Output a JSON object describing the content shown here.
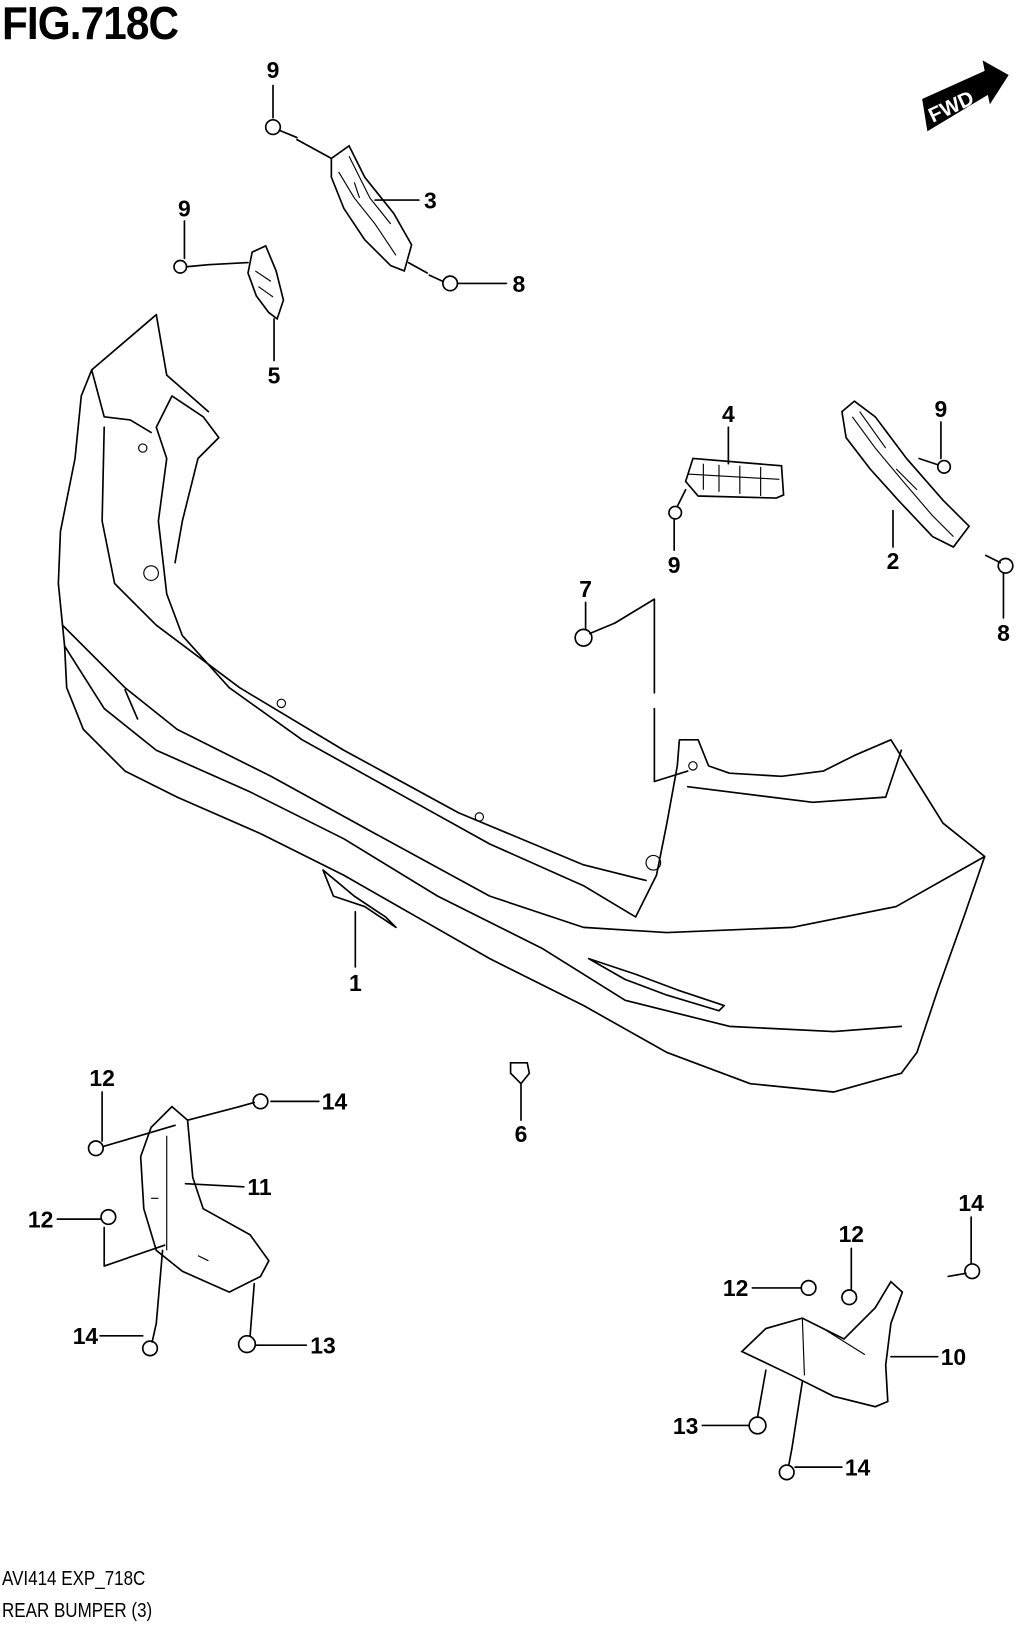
{
  "figure": {
    "title": "FIG.718C",
    "code": "AVI414 EXP_718C",
    "caption": "REAR BUMPER (3)",
    "direction_badge": "FWD"
  },
  "callouts": [
    {
      "id": "c9a",
      "label": "9"
    },
    {
      "id": "c3",
      "label": "3"
    },
    {
      "id": "c9b",
      "label": "9"
    },
    {
      "id": "c8a",
      "label": "8"
    },
    {
      "id": "c5",
      "label": "5"
    },
    {
      "id": "c4",
      "label": "4"
    },
    {
      "id": "c9c",
      "label": "9"
    },
    {
      "id": "c9d",
      "label": "9"
    },
    {
      "id": "c2",
      "label": "2"
    },
    {
      "id": "c7",
      "label": "7"
    },
    {
      "id": "c8b",
      "label": "8"
    },
    {
      "id": "c1",
      "label": "1"
    },
    {
      "id": "c12a",
      "label": "12"
    },
    {
      "id": "c14a",
      "label": "14"
    },
    {
      "id": "c6",
      "label": "6"
    },
    {
      "id": "c11",
      "label": "11"
    },
    {
      "id": "c12b",
      "label": "12"
    },
    {
      "id": "c14b",
      "label": "14"
    },
    {
      "id": "c12c",
      "label": "12"
    },
    {
      "id": "c12d",
      "label": "12"
    },
    {
      "id": "c14c",
      "label": "14"
    },
    {
      "id": "c13a",
      "label": "13"
    },
    {
      "id": "c10",
      "label": "10"
    },
    {
      "id": "c13b",
      "label": "13"
    },
    {
      "id": "c14d",
      "label": "14"
    }
  ]
}
